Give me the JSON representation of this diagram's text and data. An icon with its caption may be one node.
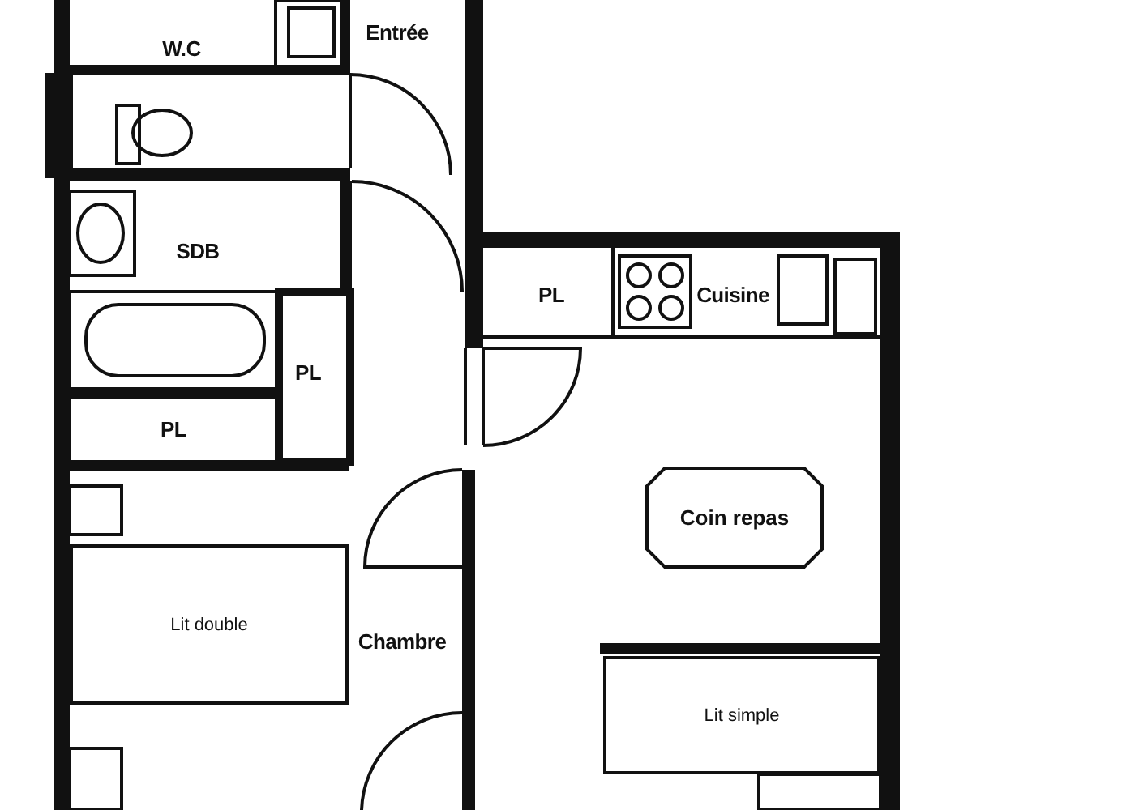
{
  "diagram": {
    "nodes": [
      {
        "text": [
          "Coin repas"
        ]
      },
      {
        "text": [
          "Lit double"
        ]
      },
      {
        "text": [
          "Lit simple"
        ]
      }
    ],
    "labels": [
      "W.C",
      "Entrée",
      "SDB",
      "PL",
      "Cuisine",
      "PL",
      "PL",
      "Chambre"
    ]
  }
}
